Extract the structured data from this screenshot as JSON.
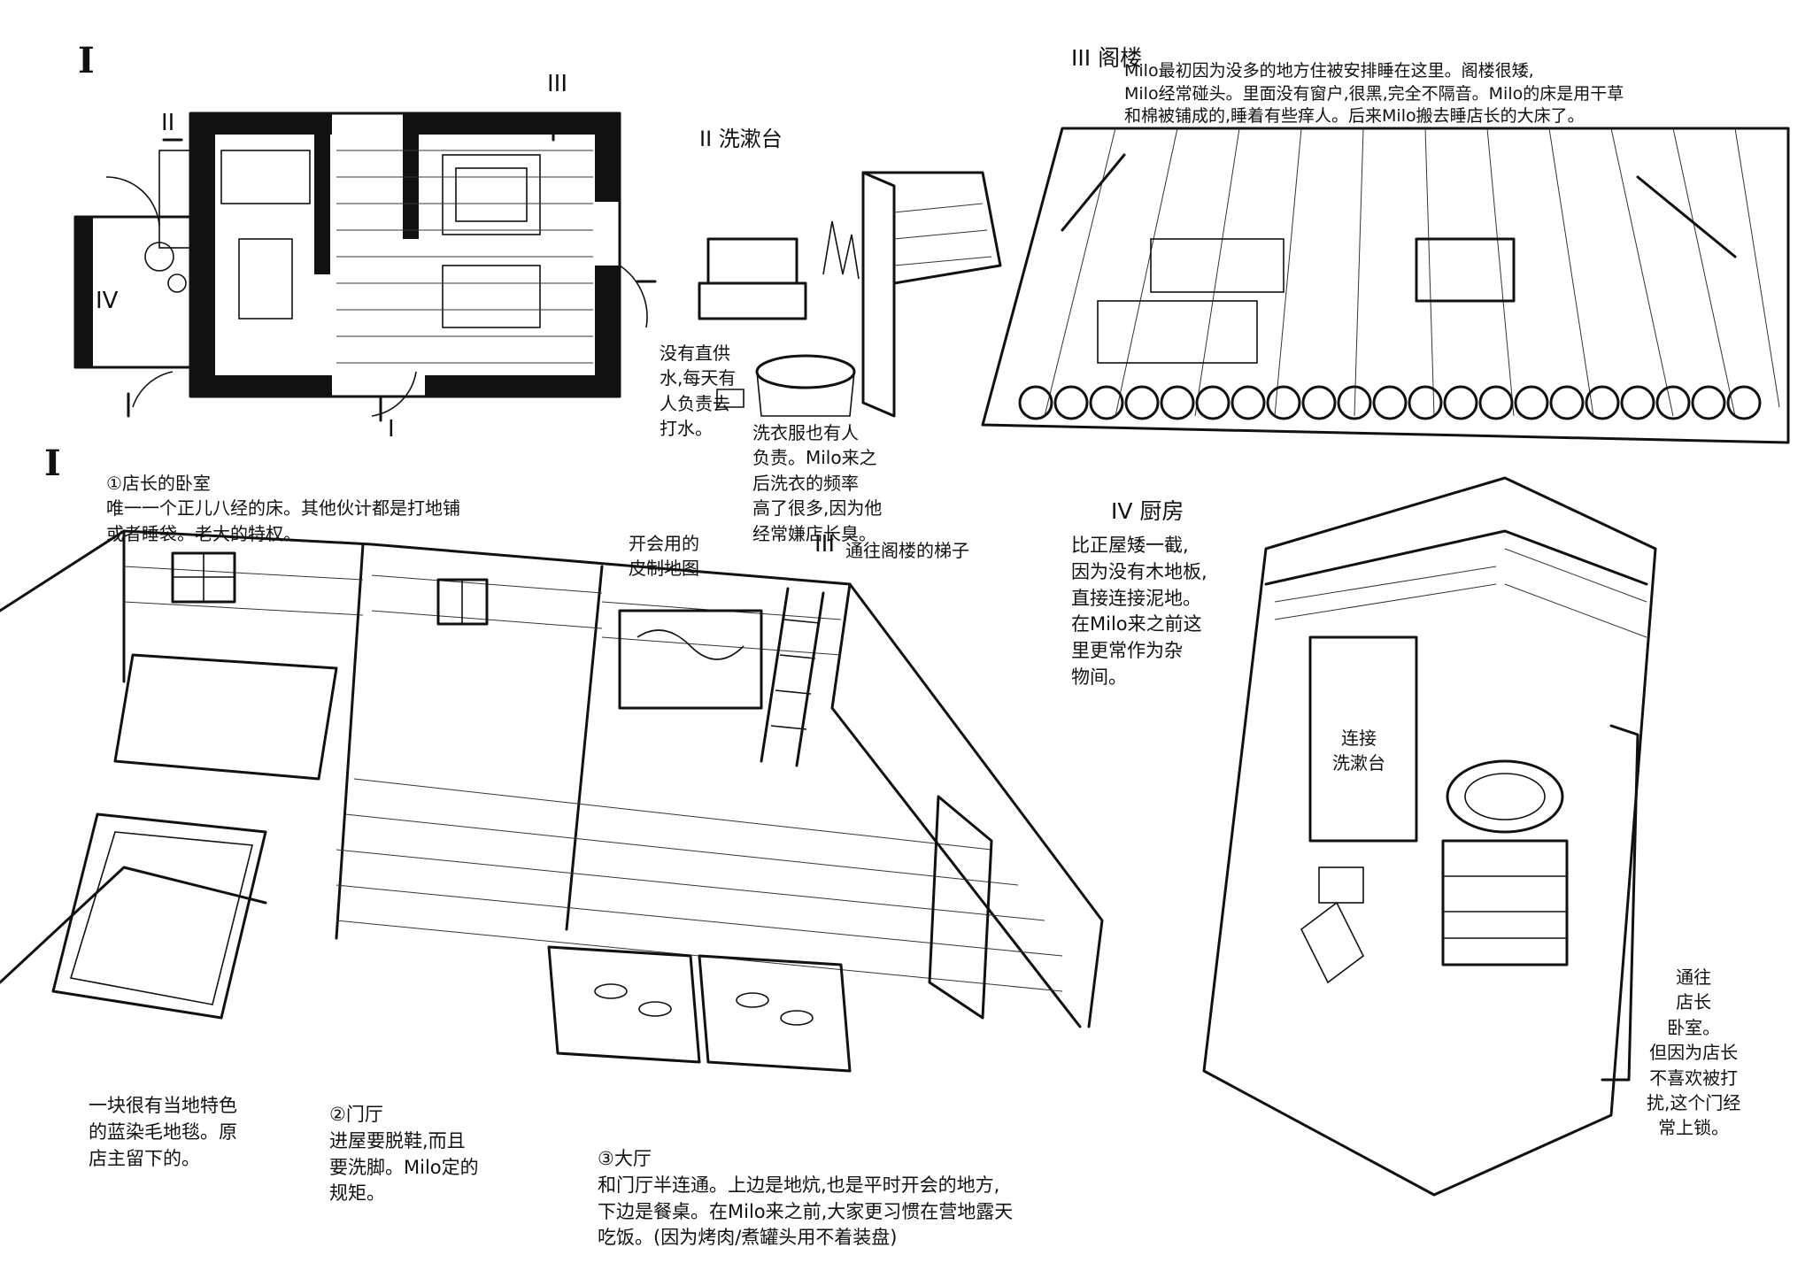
{
  "section_marks": {
    "plan": "I",
    "plan_II": "II",
    "plan_III": "III",
    "plan_IV": "IV",
    "plan_door": "I",
    "interior": "I",
    "attic_stair": "III"
  },
  "washstand": {
    "heading": "II 洗漱台",
    "note_water": "没有直供\n水,每天有\n人负责去\n打水。",
    "note_laundry": "洗衣服也有人\n负责。Milo来之\n后洗衣的频率\n高了很多,因为他\n经常嫌店长臭。"
  },
  "attic": {
    "heading": "III 阁楼",
    "description": "Milo最初因为没多的地方住被安排睡在这里。阁楼很矮,\nMilo经常碰头。里面没有窗户,很黑,完全不隔音。Milo的床是用干草\n和棉被铺成的,睡着有些痒人。后来Milo搬去睡店长的大床了。"
  },
  "main_house": {
    "bedroom_note": "①店长的卧室\n唯一一个正儿八经的床。其他伙计都是打地铺\n或者睡袋。老大的特权。",
    "map_note": "开会用的\n皮制地图",
    "stairs_note": "通往阁楼的梯子",
    "rug_note": "一块很有当地特色\n的蓝染毛地毯。原\n店主留下的。",
    "hall_note": "②门厅\n进屋要脱鞋,而且\n要洗脚。Milo定的\n规矩。",
    "lounge_note": "③大厅\n和门厅半连通。上边是地炕,也是平时开会的地方,\n下边是餐桌。在Milo来之前,大家更习惯在营地露天\n吃饭。(因为烤肉/煮罐头用不着装盘)"
  },
  "kitchen": {
    "heading": "IV 厨房",
    "description": "比正屋矮一截,\n因为没有木地板,\n直接连接泥地。\n在Milo来之前这\n里更常作为杂\n物间。",
    "door_label": "连接\n洗漱台",
    "side_note": "通往\n店长\n卧室。\n但因为店长\n不喜欢被打\n扰,这个门经\n常上锁。"
  }
}
